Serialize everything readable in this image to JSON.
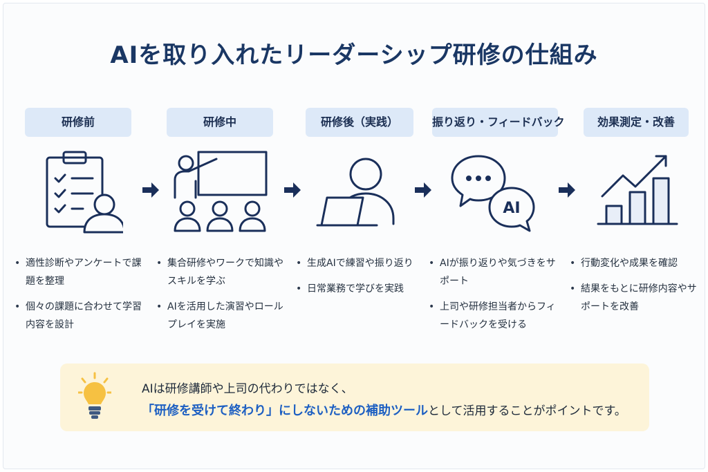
{
  "title": "AIを取り入れたリーダーシップ研修の仕組み",
  "stages": [
    {
      "label": "研修前",
      "icon": "checklist-user-icon",
      "bullets": [
        "適性診断やアンケートで課題を整理",
        "個々の課題に合わせて学習内容を設計"
      ]
    },
    {
      "label": "研修中",
      "icon": "presentation-group-icon",
      "bullets": [
        "集合研修やワークで知識やスキルを学ぶ",
        "AIを活用した演習やロールプレイを実施"
      ]
    },
    {
      "label": "研修後（実践）",
      "icon": "person-laptop-icon",
      "bullets": [
        "生成AIで練習や振り返り",
        "日常業務で学びを実践"
      ]
    },
    {
      "label": "振り返り・フィードバック",
      "icon": "chat-ai-icon",
      "bullets": [
        "AIが振り返りや気づきをサポート",
        "上司や研修担当者からフィードバックを受ける"
      ]
    },
    {
      "label": "効果測定・改善",
      "icon": "growth-chart-icon",
      "bullets": [
        "行動変化や成果を確認",
        "結果をもとに研修内容やサポートを改善"
      ]
    }
  ],
  "icon_labels": {
    "chat_ai": "AI",
    "chat_dots": "..."
  },
  "tip": {
    "icon": "lightbulb-icon",
    "line1": "AIは研修講師や上司の代わりではなく、",
    "highlight": "「研修を受けて終わり」にしないための補助ツール",
    "line2_rest": "として活用することがポイントです。"
  },
  "colors": {
    "title": "#1a3764",
    "icon_stroke": "#1a2f5a",
    "label_bg": "#dde9f8",
    "highlight": "#1d5fc2",
    "tip_bg": "#fdf4d9",
    "bulb": "#f6c142"
  }
}
